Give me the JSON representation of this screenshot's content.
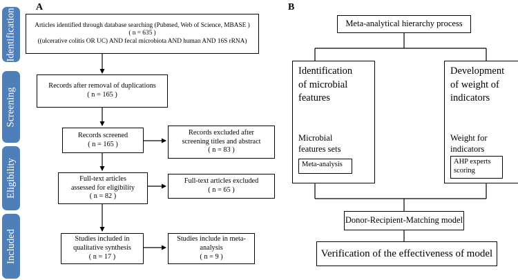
{
  "panel_a": {
    "label": "A",
    "stages": {
      "identification": "Identification",
      "screening": "Screening",
      "eligibility": "Eligibility",
      "included": "Included"
    },
    "identified": {
      "line1": "Articles identified through database searching (Pubmed, Web of Science, MBASE )",
      "line2": "( n =  635 )",
      "line3": "((ulcerative colitis OR UC) AND fecal microbiota AND  human AND 16S rRNA)"
    },
    "after_dup": {
      "line1": "Records after removal of duplications",
      "line2": "( n = 165 )"
    },
    "screened": {
      "line1": "Records screened",
      "line2": "( n = 165 )"
    },
    "excluded_screen": {
      "line1": "Records excluded after",
      "line2": "screening titles and abstract",
      "line3": "( n = 83 )"
    },
    "fulltext": {
      "line1": "Full-text articles",
      "line2": "assessed for eligibility",
      "line3": "( n = 82 )"
    },
    "excluded_full": {
      "line1": "Full-text articles excluded",
      "line2": "( n = 65 )"
    },
    "qualitative": {
      "line1": "Studies  included in",
      "line2": "qualitative synthesis",
      "line3": "( n = 17 )"
    },
    "meta": {
      "line1": "Studies include in meta-",
      "line2": "analysis",
      "line3": "( n = 9 )"
    }
  },
  "panel_b": {
    "label": "B",
    "top": "Meta-analytical hierarchy process",
    "left_heading": {
      "line1": "Identification",
      "line2": "of microbial",
      "line3": "features"
    },
    "left_sub_title": {
      "line1": "Microbial",
      "line2": "features sets"
    },
    "left_sub_box": "Meta-analysis",
    "right_heading": {
      "line1": "Development",
      "line2": "of weight of",
      "line3": "indicators"
    },
    "right_sub_title": {
      "line1": "Weight for",
      "line2": "indicators"
    },
    "right_sub_box": {
      "line1": "AHP experts",
      "line2": "scoring"
    },
    "model": "Donor-Recipient-Matching model",
    "verification": "Verification of the effectiveness of model"
  }
}
